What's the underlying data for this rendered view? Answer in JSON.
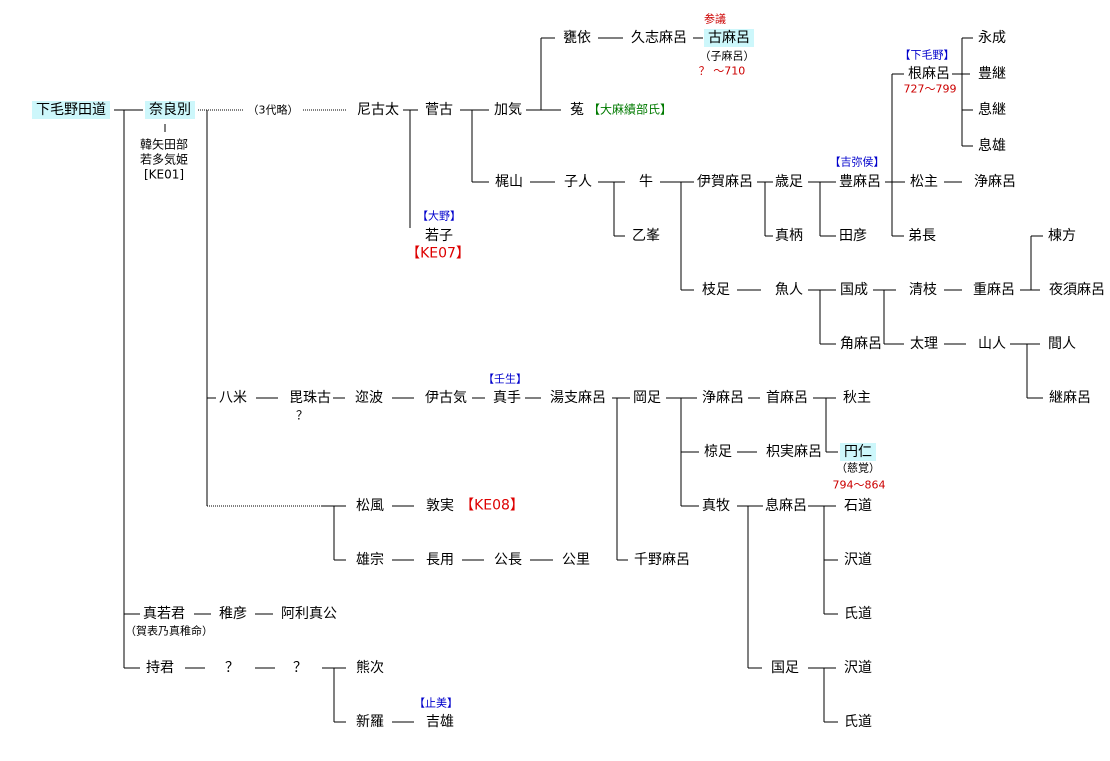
{
  "people": {
    "p1": "下毛野田道",
    "p2": "奈良別",
    "p3": "韓矢田部",
    "p4": "若多気姫",
    "p5": "[KE01]",
    "p6": "（3代略）",
    "p7": "尼古太",
    "p8": "菅古",
    "p9": "加気",
    "p10": "甕依",
    "p11": "久志麻呂",
    "p12": "古麻呂",
    "p13": "（子麻呂）",
    "p14": "菟",
    "p15": "梶山",
    "p16": "子人",
    "p17": "牛",
    "p18": "乙峯",
    "p19": "伊賀麻呂",
    "p20": "歳足",
    "p21": "真柄",
    "p22": "豊麻呂",
    "p23": "田彦",
    "p24": "根麻呂",
    "p25": "永成",
    "p26": "豊継",
    "p27": "息継",
    "p28": "息雄",
    "p29": "松主",
    "p30": "浄麻呂",
    "p31": "弟長",
    "p32": "若子",
    "p33": "枝足",
    "p34": "魚人",
    "p35": "国成",
    "p36": "角麻呂",
    "p37": "清枝",
    "p38": "重麻呂",
    "p39": "棟方",
    "p40": "夜須麻呂",
    "p41": "太理",
    "p42": "山人",
    "p43": "間人",
    "p44": "継麻呂",
    "p45": "八米",
    "p46": "毘珠古",
    "p47": "？",
    "p48": "迩波",
    "p49": "伊古気",
    "p50": "真手",
    "p51": "湯支麻呂",
    "p52": "岡足",
    "p53": "浄麻呂",
    "p54": "首麻呂",
    "p55": "秋主",
    "p56": "椋足",
    "p57": "枳実麻呂",
    "p58": "円仁",
    "p59": "（慈覚）",
    "p60": "千野麻呂",
    "p61": "真牧",
    "p62": "息麻呂",
    "p63": "石道",
    "p64": "沢道",
    "p65": "氏道",
    "p66": "国足",
    "p67": "沢道",
    "p68": "氏道",
    "p69": "松風",
    "p70": "敦実",
    "p71": "雄宗",
    "p72": "長用",
    "p73": "公長",
    "p74": "公里",
    "p75": "真若君",
    "p76": "（賀表乃真稚命）",
    "p77": "稚彦",
    "p78": "阿利真公",
    "p79": "持君",
    "p80": "？",
    "p81": "？",
    "p82": "熊次",
    "p83": "新羅",
    "p84": "吉雄"
  },
  "tags": {
    "t_sangi": "参議",
    "t_kamaro_yrs": "？ ～710",
    "t_oomaro": "【大麻績部氏】",
    "t_ono": "【大野】",
    "t_ke07": "【KE07】",
    "t_kibiko": "【吉弥侯】",
    "t_shimotsuke": "【下毛野】",
    "t_nemaro_yrs": "727～799",
    "t_mibu": "【壬生】",
    "t_ennin_yrs": "794～864",
    "t_ke08": "【KE08】",
    "t_shimi": "【止美】"
  },
  "colors": {
    "highlight": "#cdf7fb",
    "tag_blue": "#0000cc",
    "tag_red": "#cc0000",
    "tag_green": "#007a00",
    "line": "#000000"
  }
}
